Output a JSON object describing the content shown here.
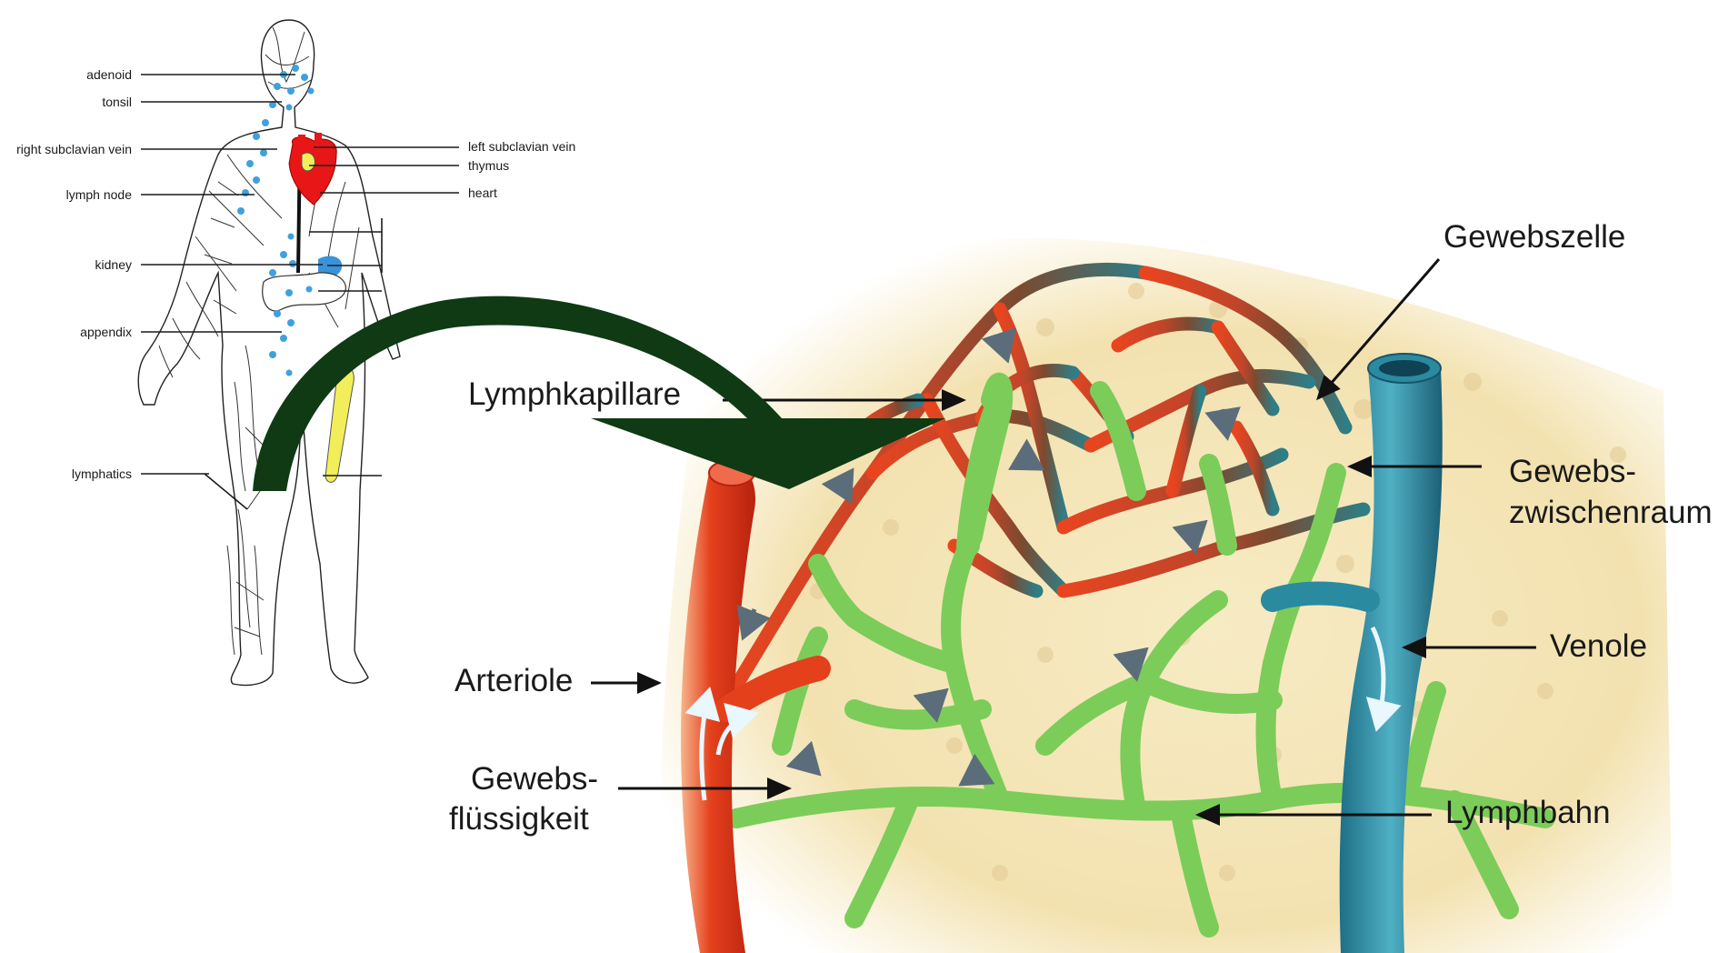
{
  "body_diagram": {
    "labels": {
      "adenoid": "adenoid",
      "tonsil": "tonsil",
      "right_subclavian_vein": "right subclavian vein",
      "lymph_node": "lymph node",
      "kidney": "kidney",
      "appendix": "appendix",
      "lymphatics": "lymphatics",
      "left_subclavian_vein": "left subclavian vein",
      "thymus": "thymus",
      "heart": "heart"
    }
  },
  "tissue_diagram": {
    "labels": {
      "lymphkapillare": "Lymphkapillare",
      "arteriole": "Arteriole",
      "gewebsfluessigkeit_1": "Gewebs-",
      "gewebsfluessigkeit_2": "flüssigkeit",
      "gewebszelle": "Gewebszelle",
      "gewebszwischenraum_1": "Gewebs-",
      "gewebszwischenraum_2": "zwischenraum",
      "venole": "Venole",
      "lymphbahn": "Lymphbahn"
    }
  },
  "colors": {
    "transition_arrow": "#0f3a14",
    "arteriole": "#e23a1e",
    "venole": "#2a8aa0",
    "lymph": "#7ccc5a",
    "interstitial": "#f5e6b8",
    "heart": "#e81616",
    "thymus": "#f2ee5a",
    "kidney": "#3a93d8",
    "lymph_nodes": "#3fa0e0"
  }
}
